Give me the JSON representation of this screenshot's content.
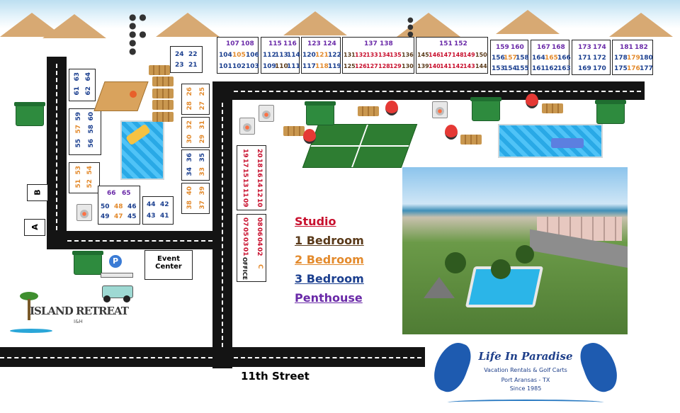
{
  "street_label": "11th Street",
  "legend": {
    "studio": "Studio",
    "one_bedroom": "1 Bedroom",
    "two_bedroom": "2 Bedroom",
    "three_bedroom": "3 Bedroom",
    "penthouse": "Penthouse"
  },
  "event_center": "Event Center",
  "office": "OFFICE",
  "office_code": "C",
  "parking_symbol": "P",
  "gate_a": "A",
  "gate_b": "B",
  "island_logo": {
    "name": "ISLAND RETREAT",
    "sub": "I&H"
  },
  "brand": {
    "name": "Life In Paradise",
    "tagline": "Vacation Rentals & Golf Carts",
    "location": "Port Aransas - TX",
    "since": "Since 1985"
  },
  "colors": {
    "studio": "#c8102e",
    "one_bedroom": "#5a3a1a",
    "two_bedroom": "#e38a2c",
    "three_bedroom": "#1b3f8f",
    "penthouse": "#6a2aa8"
  },
  "icons": [
    "basketball-court-icon",
    "pool-icon",
    "tennis-court-icon",
    "grill-icon",
    "picnic-table-icon",
    "dumpster-icon",
    "laundry-icon",
    "golf-cart-icon",
    "footprints-icon",
    "dolphin-icon",
    "palm-tree-icon"
  ],
  "units": {
    "u107": "107",
    "u108": "108",
    "u104": "104",
    "u105": "105",
    "u106": "106",
    "u101": "101",
    "u102": "102",
    "u103": "103",
    "u115": "115",
    "u116": "116",
    "u112": "112",
    "u113": "113",
    "u114": "114",
    "u109": "109",
    "u110": "110",
    "u111": "111",
    "u123": "123",
    "u124": "124",
    "u120": "120",
    "u121": "121",
    "u122": "122",
    "u117": "117",
    "u118": "118",
    "u119": "119",
    "u137": "137",
    "u138": "138",
    "u131": "131",
    "u132": "132",
    "u133": "133",
    "u134": "134",
    "u135": "135",
    "u136": "136",
    "u125": "125",
    "u126": "126",
    "u127": "127",
    "u128": "128",
    "u129": "129",
    "u130": "130",
    "u151": "151",
    "u152": "152",
    "u145": "145",
    "u146": "146",
    "u147": "147",
    "u148": "148",
    "u149": "149",
    "u150": "150",
    "u139": "139",
    "u140": "140",
    "u141": "141",
    "u142": "142",
    "u143": "143",
    "u144": "144",
    "u159": "159",
    "u160": "160",
    "u156": "156",
    "u157": "157",
    "u158": "158",
    "u153": "153",
    "u154": "154",
    "u155": "155",
    "u167": "167",
    "u168": "168",
    "u164": "164",
    "u165": "165",
    "u166": "166",
    "u161": "161",
    "u162": "162",
    "u163": "163",
    "u173": "173",
    "u174": "174",
    "u171": "171",
    "u172": "172",
    "u169": "169",
    "u170": "170",
    "u181": "181",
    "u182": "182",
    "u178": "178",
    "u179": "179",
    "u180": "180",
    "u175": "175",
    "u176": "176",
    "u177": "177",
    "u24": "24",
    "u22": "22",
    "u23": "23",
    "u21": "21",
    "u64": "64",
    "u62": "62",
    "u63": "63",
    "u61": "61",
    "u60": "60",
    "u58": "58",
    "u56": "56",
    "u59": "59",
    "u57": "57",
    "u55": "55",
    "u54": "54",
    "u52": "52",
    "u53": "53",
    "u51": "51",
    "u66": "66",
    "u65": "65",
    "u50": "50",
    "u48": "48",
    "u46": "46",
    "u49": "49",
    "u47": "47",
    "u45": "45",
    "u44": "44",
    "u42": "42",
    "u43": "43",
    "u41": "41",
    "u26": "26",
    "u25": "25",
    "u28": "28",
    "u27": "27",
    "u32": "32",
    "u30": "30",
    "u31": "31",
    "u29": "29",
    "u36": "36",
    "u34": "34",
    "u35": "35",
    "u33": "33",
    "u40": "40",
    "u38": "38",
    "u39": "39",
    "u37": "37",
    "u20": "20",
    "u18": "18",
    "u16": "16",
    "u14": "14",
    "u12": "12",
    "u10": "10",
    "u19": "19",
    "u17": "17",
    "u15": "15",
    "u13": "13",
    "u11": "11",
    "u09": "09",
    "u08": "08",
    "u06": "06",
    "u04": "04",
    "u02": "02",
    "u07": "07",
    "u05": "05",
    "u03": "03",
    "u01": "01"
  }
}
